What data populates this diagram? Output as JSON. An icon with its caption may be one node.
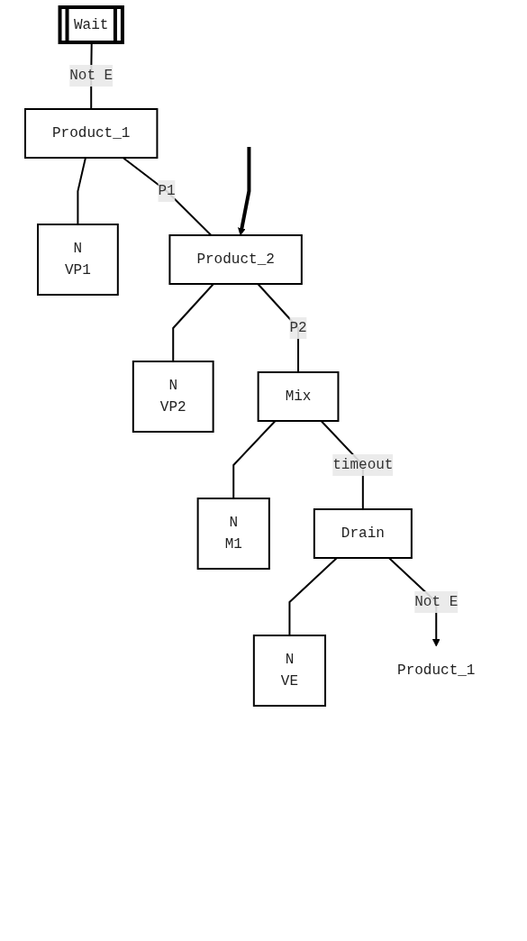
{
  "diagram": {
    "nodes": [
      {
        "text": [
          "Wait"
        ]
      },
      {
        "text": [
          "Product_1"
        ]
      },
      {
        "text": [
          "N",
          "VP1"
        ]
      },
      {
        "text": [
          "Product_2"
        ]
      },
      {
        "text": [
          "N",
          "VP2"
        ]
      },
      {
        "text": [
          "Mix"
        ]
      },
      {
        "text": [
          "N",
          "M1"
        ]
      },
      {
        "text": [
          "Drain"
        ]
      },
      {
        "text": [
          "N",
          "VE"
        ]
      },
      {
        "text": [
          "Product_1"
        ]
      }
    ],
    "edges": [
      {
        "from": 0,
        "to": 1,
        "arrow": "none",
        "label": "Not E"
      },
      {
        "from": 1,
        "to": 2,
        "arrow": "none"
      },
      {
        "from": 1,
        "to": 3,
        "arrow": "none",
        "label": "P1"
      },
      {
        "from": null,
        "to": 3,
        "arrow": "to",
        "style": "thick"
      },
      {
        "from": 3,
        "to": 4,
        "arrow": "none"
      },
      {
        "from": 3,
        "to": 5,
        "arrow": "none",
        "label": "P2"
      },
      {
        "from": 5,
        "to": 6,
        "arrow": "none"
      },
      {
        "from": 5,
        "to": 7,
        "arrow": "none",
        "label": "timeout"
      },
      {
        "from": 7,
        "to": 8,
        "arrow": "none"
      },
      {
        "from": 7,
        "to": 9,
        "arrow": "to",
        "label": "Not E"
      }
    ]
  }
}
